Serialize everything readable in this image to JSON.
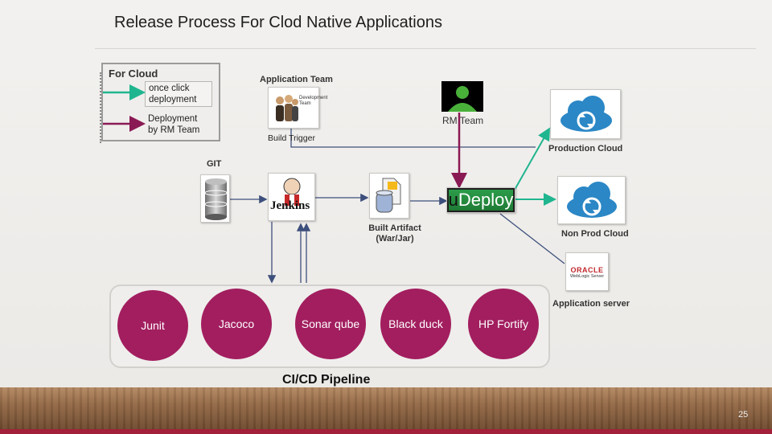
{
  "slide": {
    "title": "Release Process For Clod Native Applications",
    "page_number": "25"
  },
  "legend": {
    "heading": "For Cloud",
    "items": [
      {
        "label": "once  click deployment",
        "line_color": "#1fb58f"
      },
      {
        "label": "Deployment by RM Team",
        "line_color": "#8a1a54"
      }
    ]
  },
  "nodes": {
    "application_team": "Application Team",
    "development_team_image": "Development Team",
    "build_trigger": "Build  Trigger",
    "rm_team": "RM Team",
    "git": "GIT",
    "jenkins": "Jenkins",
    "built_artifact": "Built Artifact (War/Jar)",
    "udeploy_prefix": "u",
    "udeploy_name": "Deploy",
    "production_cloud": "Production Cloud",
    "non_prod_cloud": "Non Prod Cloud",
    "oracle_logo": "ORACLE",
    "weblogic_logo": "WebLogic Server",
    "application_server": "Application server"
  },
  "pipeline": {
    "label": "CI/CD Pipeline",
    "stages": [
      "Junit",
      "Jacoco",
      "Sonar qube",
      "Black duck",
      "HP Fortify"
    ]
  },
  "colors": {
    "stage_fill": "#a21e5f",
    "connector_blue": "#3d4f7c",
    "connector_magenta": "#8a1a54",
    "connector_teal": "#1fb58f",
    "udeploy_green": "#1f8a3c",
    "cloud_blue": "#2b87c6"
  }
}
